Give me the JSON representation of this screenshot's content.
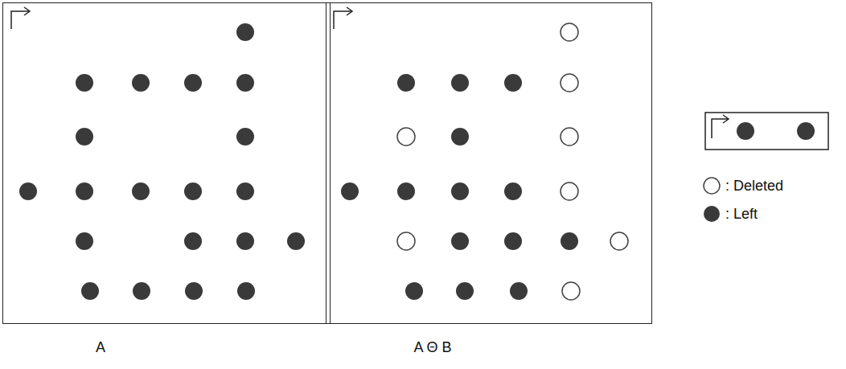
{
  "diagram": {
    "nodes": [
      {
        "text": [
          "A"
        ]
      },
      {
        "text": [
          "A Θ B"
        ]
      }
    ],
    "legend": [
      {
        "text": ": Deleted"
      },
      {
        "text": ": Left"
      }
    ]
  }
}
